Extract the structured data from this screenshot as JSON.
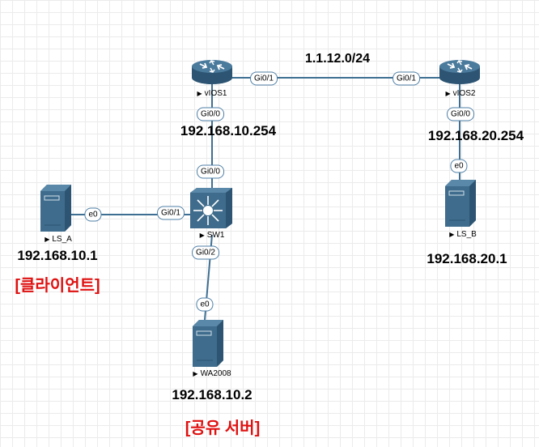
{
  "subnet_label": "1.1.12.0/24",
  "devices": {
    "vios1": {
      "name": "vIOS1",
      "ip": "192.168.10.254"
    },
    "vios2": {
      "name": "vIOS2",
      "ip": "192.168.20.254"
    },
    "sw1": {
      "name": "SW1"
    },
    "ls_a": {
      "name": "LS_A",
      "ip": "192.168.10.1",
      "role": "[클라이언트]"
    },
    "ls_b": {
      "name": "LS_B",
      "ip": "192.168.20.1"
    },
    "wa2008": {
      "name": "WA2008",
      "ip": "192.168.10.2",
      "role": "[공유 서버]"
    }
  },
  "interfaces": {
    "vios1_gi01": "Gi0/1",
    "vios2_gi01": "Gi0/1",
    "vios1_gi00": "Gi0/0",
    "vios2_gi00": "Gi0/0",
    "sw1_gi00": "Gi0/0",
    "sw1_gi01": "Gi0/1",
    "sw1_gi02": "Gi0/2",
    "ls_a_e0": "e0",
    "ls_b_e0": "e0",
    "wa2008_e0": "e0"
  },
  "colors": {
    "device_body": "#3f6c8c",
    "device_dark": "#2d5573",
    "link": "#3e6f92",
    "role_text": "#e01010",
    "grid": "#ebebeb"
  }
}
